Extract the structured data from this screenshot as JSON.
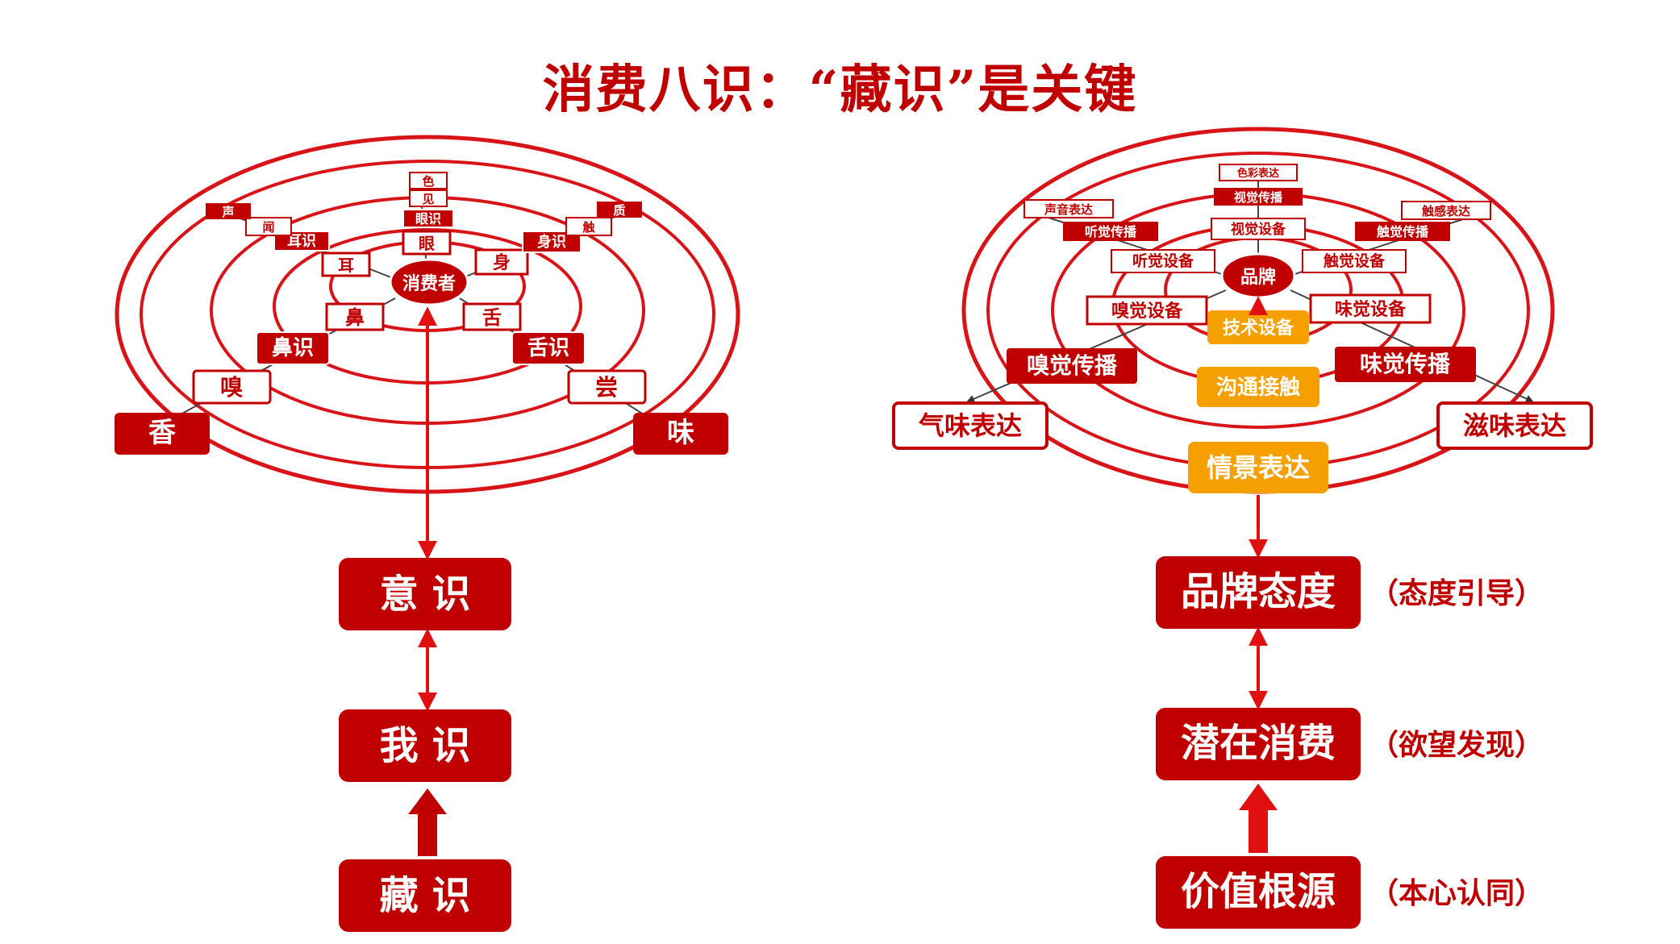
{
  "title": "消费八识：“藏识”是关键",
  "colors": {
    "red": "#c00000",
    "ring": "#d81418",
    "orange": "#f5a000",
    "white": "#ffffff"
  },
  "left": {
    "center": "消费者",
    "inner": {
      "eye": "眼",
      "ear": "耳",
      "body": "身",
      "nose": "鼻",
      "tongue": "舌"
    },
    "mid": {
      "eye": "眼识",
      "ear": "耳识",
      "body": "身识",
      "nose": "鼻识",
      "tongue": "舌识"
    },
    "outer": {
      "eye": "见",
      "ear": "闻",
      "body": "触",
      "nose": "嗅",
      "tongue": "尝"
    },
    "edge": {
      "eye": "色",
      "ear": "声",
      "body": "质",
      "nose": "香",
      "tongue": "味"
    },
    "stack": {
      "top": "意 识",
      "mid": "我 识",
      "bottom": "藏 识"
    }
  },
  "right": {
    "center": "品牌",
    "inner": {
      "eye": "视觉设备",
      "ear": "听觉设备",
      "body": "触觉设备",
      "nose": "嗅觉设备",
      "tongue": "味觉设备"
    },
    "mid": {
      "eye": "视觉传播",
      "ear": "听觉传播",
      "body": "触觉传播",
      "nose": "嗅觉传播",
      "tongue": "味觉传播"
    },
    "edge": {
      "eye": "色彩表达",
      "ear": "声音表达",
      "body": "触感表达",
      "nose": "气味表达",
      "tongue": "滋味表达"
    },
    "orange": {
      "tech": "技术设备",
      "contact": "沟通接触",
      "scene": "情景表达"
    },
    "stack": {
      "top": "品牌态度",
      "mid": "潜在消费",
      "bottom": "价值根源"
    },
    "notes": {
      "top": "（态度引导）",
      "mid": "（欲望发现）",
      "bottom": "（本心认同）"
    }
  }
}
